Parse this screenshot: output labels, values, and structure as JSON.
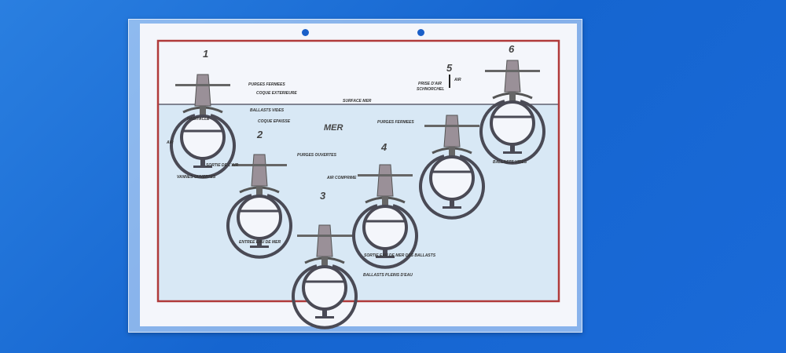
{
  "diagram": {
    "sea_label": "MER",
    "surface_label": "SURFACE MER",
    "stages": [
      {
        "number": "1",
        "labels": [
          "PURGES FERMEES",
          "COQUE EXTERIEURE",
          "BALLASTS VIDES",
          "COQUE EPAISSE",
          "HABITACLE",
          "AIR"
        ]
      },
      {
        "number": "2",
        "labels": [
          "SORTIE DE L'AIR",
          "PURGES OUVERTES",
          "VANNES OUVERTES",
          "ENTREE EAU DE MER"
        ]
      },
      {
        "number": "3",
        "labels": [
          "BALLASTS PLEINS D'EAU"
        ]
      },
      {
        "number": "4",
        "labels": [
          "AIR COMPRIME",
          "SORTIE EAU DE MER DES BALLASTS"
        ]
      },
      {
        "number": "5",
        "labels": [
          "AIR",
          "PRISE D'AIR",
          "SCHNORCHEL",
          "PURGES FERMEES"
        ]
      },
      {
        "number": "6",
        "labels": [
          "BALLASTS VIDES"
        ]
      }
    ]
  },
  "colors": {
    "background": "#1a6ad8",
    "border": "#b03a3a",
    "sea": "#cfe2f2",
    "hull": "#4a4a55"
  }
}
